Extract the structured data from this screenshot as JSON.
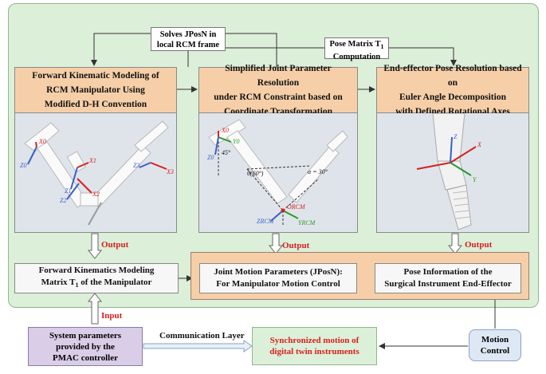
{
  "notes": {
    "solves": "Solves JPosN in local RCM frame",
    "pose_matrix": "Pose Matrix T",
    "pose_matrix_sub": "1",
    "computation": "Computation"
  },
  "panels": [
    {
      "title_lines": [
        "Forward Kinematic Modeling of",
        "RCM Manipulator Using",
        "Modified D-H Convention"
      ]
    },
    {
      "title_lines": [
        "Simplified Joint Parameter Resolution",
        "under RCM Constraint based on",
        "Coordinate Transformation"
      ]
    },
    {
      "title_lines": [
        "End-effector Pose Resolution based on",
        "Euler Angle Decomposition",
        "with Defined Rotational Axes"
      ]
    }
  ],
  "axis_labels": {
    "p1": [
      "X0",
      "Z0",
      "X1",
      "X2",
      "Z1",
      "Z2",
      "X3",
      "Z3"
    ],
    "p2": [
      "X0",
      "Y0",
      "Z0",
      "45°",
      "θ(60°)",
      "α = 30°",
      "ZRCM",
      "YRCM",
      "ORCM"
    ],
    "p3": [
      "X",
      "Y",
      "Z"
    ]
  },
  "outputs": [
    "Output",
    "Output",
    "Output"
  ],
  "boxes": {
    "fk_matrix": [
      "Forward Kinematics Modeling",
      "Matrix T",
      "1",
      " of the Manipulator"
    ],
    "joint_motion": [
      "Joint Motion Parameters (JPosN):",
      "For Manipulator Motion Control"
    ],
    "pose_info": [
      "Pose Information of the",
      "Surgical Instrument End-Effector"
    ]
  },
  "input_label": "Input",
  "system_box": [
    "System parameters",
    "provided by the",
    "PMAC controller"
  ],
  "communication_label": "Communication Layer",
  "sync_box": [
    "Synchronized motion of",
    "digital twin instruments"
  ],
  "motion_box": [
    "Motion",
    "Control"
  ],
  "colors": {
    "green_bg": "#dcefd9",
    "orange": "#f6cfa8",
    "purple": "#d9cde8",
    "blue_box": "#dde8f4",
    "red_text": "#d62020"
  }
}
